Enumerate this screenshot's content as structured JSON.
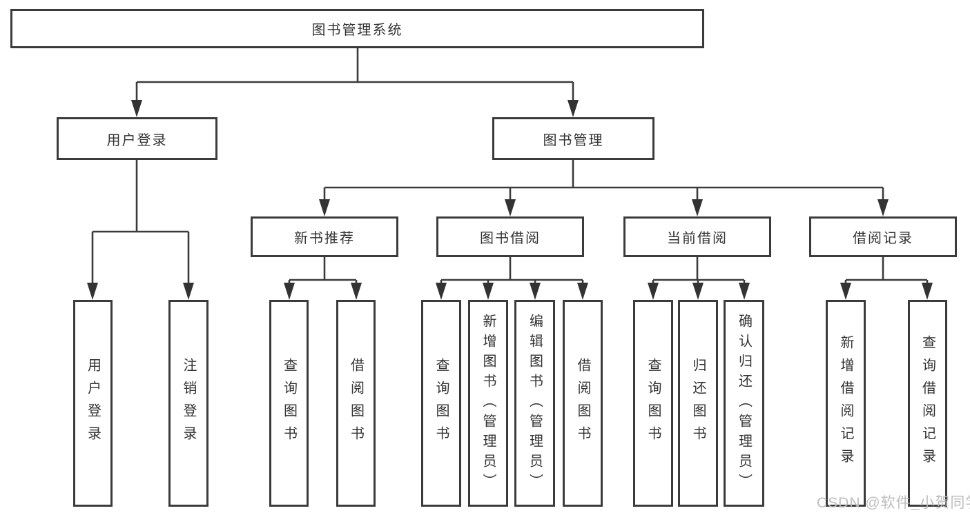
{
  "diagram": {
    "type": "tree",
    "root": {
      "label": "图书管理系统"
    },
    "level2": [
      {
        "label": "用户登录"
      },
      {
        "label": "图书管理"
      }
    ],
    "level3": [
      {
        "label": "新书推荐"
      },
      {
        "label": "图书借阅"
      },
      {
        "label": "当前借阅"
      },
      {
        "label": "借阅记录"
      }
    ],
    "leaves": {
      "user_login": [
        "用户登录",
        "注销登录"
      ],
      "new_book_rec": [
        "查询图书",
        "借阅图书"
      ],
      "book_borrow": [
        "查询图书",
        "新增图书（管理员）",
        "编辑图书（管理员）",
        "借阅图书"
      ],
      "current_borrow": [
        "查询图书",
        "归还图书",
        "确认归还（管理员）"
      ],
      "borrow_records": [
        "新增借阅记录",
        "查询借阅记录"
      ]
    }
  },
  "watermark": {
    "text": "CSDN @软件_小贺同学"
  },
  "colors": {
    "line": "#3b3b3b",
    "box_border": "#3b3b3b",
    "text": "#333333",
    "background": "#ffffff",
    "watermark": "#bdbdbd"
  }
}
